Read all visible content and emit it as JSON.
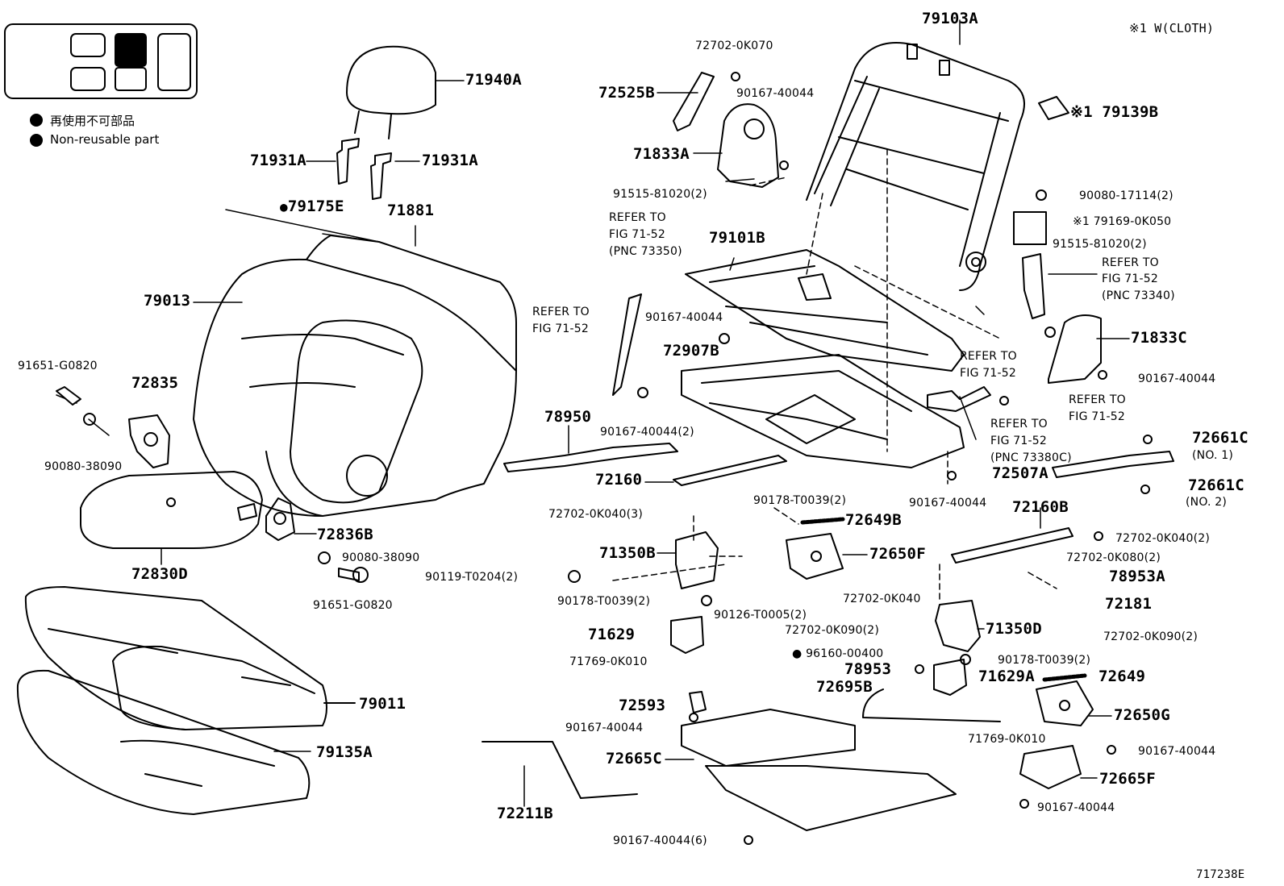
{
  "diagram_code": "717238E",
  "note_cloth": "※1 W(CLOTH)",
  "legend": {
    "non_reusable_jp": "再使用不可部品",
    "non_reusable_en": "Non-reusable part"
  },
  "labels": {
    "p71940A": "71940A",
    "p71931A_l": "71931A",
    "p71931A_r": "71931A",
    "p79175E": "79175E",
    "p71881": "71881",
    "p79013": "79013",
    "p91651_G0820_a": "91651-G0820",
    "p72835": "72835",
    "p90080_38090_a": "90080-38090",
    "p72830D": "72830D",
    "p72836B": "72836B",
    "p90080_38090_b": "90080-38090",
    "p91651_G0820_b": "91651-G0820",
    "p79011": "79011",
    "p79135A": "79135A",
    "p72702_0K070": "72702-0K070",
    "p72525B": "72525B",
    "p90167_40044_a": "90167-40044",
    "p71833A": "71833A",
    "p91515_81020_a": "91515-81020(2)",
    "p79103A": "79103A",
    "p79139B": "※1 79139B",
    "p90080_17114": "90080-17114(2)",
    "p79169_0K050": "※1 79169-0K050",
    "p91515_81020_b": "91515-81020(2)",
    "refer_73340_a": "REFER TO",
    "refer_73340_b": "FIG 71-52",
    "refer_73340_c": "(PNC 73340)",
    "refer_73350_a": "REFER TO",
    "refer_73350_b": "FIG 71-52",
    "refer_73350_c": "(PNC 73350)",
    "p79101B": "79101B",
    "refer_left_a": "REFER TO",
    "refer_left_b": "FIG 71-52",
    "p90167_40044_b": "90167-40044",
    "p72907B": "72907B",
    "p71833C": "71833C",
    "refer_mid_a": "REFER TO",
    "refer_mid_b": "FIG 71-52",
    "p90167_40044_c": "90167-40044",
    "refer_right_a": "REFER TO",
    "refer_right_b": "FIG 71-52",
    "refer_73380_a": "REFER TO",
    "refer_73380_b": "FIG 71-52",
    "refer_73380_c": "(PNC 73380C)",
    "p78950": "78950",
    "p90167_40044_d": "90167-40044(2)",
    "p72160": "72160",
    "p90167_40044_e": "90167-40044",
    "p72661C_1": "72661C",
    "p72661C_1_note": "(NO. 1)",
    "p72507A": "72507A",
    "p72661C_2": "72661C",
    "p72661C_2_note": "(NO. 2)",
    "p72702_0K040_3": "72702-0K040(3)",
    "p90178_T0039_a": "90178-T0039(2)",
    "p72649B": "72649B",
    "p72160B": "72160B",
    "p72702_0K040_2": "72702-0K040(2)",
    "p71350B": "71350B",
    "p72650F": "72650F",
    "p72702_0K080": "72702-0K080(2)",
    "p90119_T0204": "90119-T0204(2)",
    "p78953A": "78953A",
    "p90178_T0039_b": "90178-T0039(2)",
    "p90126_T0005": "90126-T0005(2)",
    "p72702_0K040": "72702-0K040",
    "p72181": "72181",
    "p72702_0K090_a": "72702-0K090(2)",
    "p71350D": "71350D",
    "p71629": "71629",
    "p72702_0K090_b": "72702-0K090(2)",
    "p96160_00400": "96160-00400",
    "p90178_T0039_c": "90178-T0039(2)",
    "p71769_0K010_a": "71769-0K010",
    "p78953": "78953",
    "p71629A": "71629A",
    "p72649": "72649",
    "p72695B": "72695B",
    "p72593": "72593",
    "p72650G": "72650G",
    "p90167_40044_f": "90167-40044",
    "p71769_0K010_b": "71769-0K010",
    "p72665C": "72665C",
    "p90167_40044_g": "90167-40044",
    "p72665F": "72665F",
    "p72211B": "72211B",
    "p90167_40044_h": "90167-40044",
    "p90167_40044_6": "90167-40044(6)"
  }
}
